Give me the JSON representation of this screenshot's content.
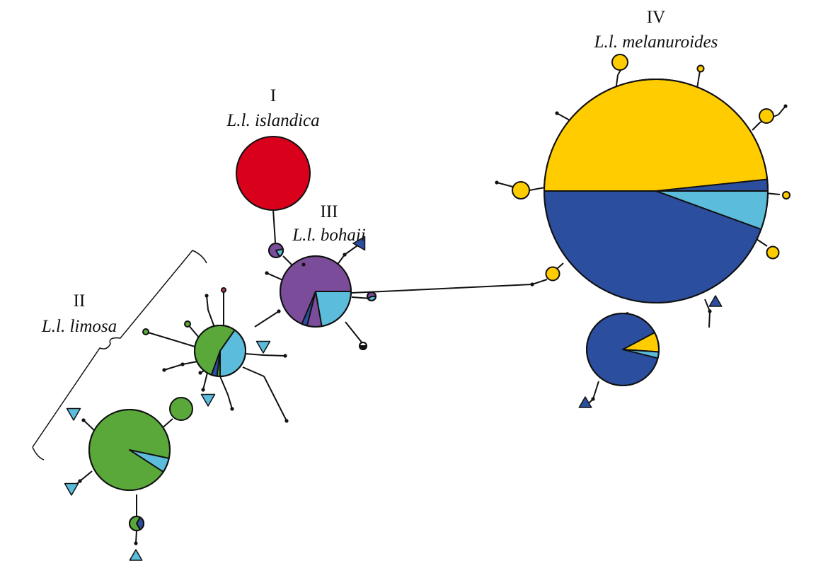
{
  "colors": {
    "islandica": "#d9001c",
    "limosa": "#5aa83a",
    "bohaii": "#7b4c9a",
    "melanuroides": "#ffcc00",
    "blue_dark": "#2b4e9e",
    "blue_light": "#5bbcdc",
    "outline": "#111111"
  },
  "clades": {
    "I": {
      "numeral": "I",
      "name": "L.l. islandica"
    },
    "II": {
      "numeral": "II",
      "name": "L.l. limosa"
    },
    "III": {
      "numeral": "III",
      "name": "L.l. bohaii"
    },
    "IV": {
      "numeral": "IV",
      "name": "L.l. melanuroides"
    }
  }
}
